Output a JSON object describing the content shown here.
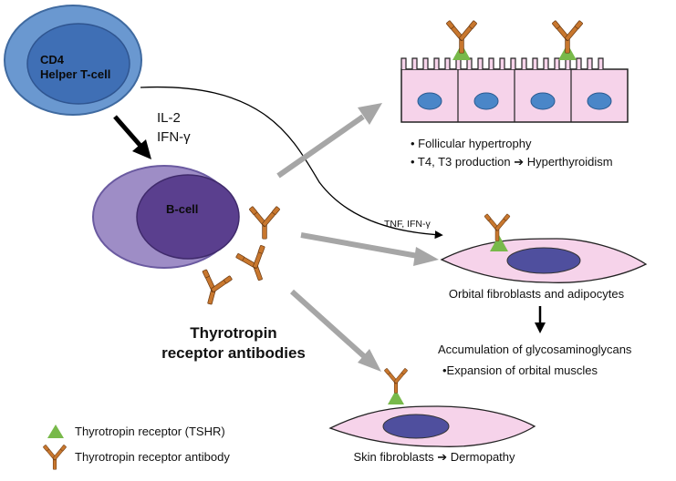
{
  "cells": {
    "helper_t_line1": "CD4",
    "helper_t_line2": "Helper T-cell",
    "b_cell": "B-cell"
  },
  "cytokines": {
    "il2": "IL-2",
    "ifn": "IFN-γ",
    "tnf_ifn": "TNF, IFN-γ"
  },
  "antibodies_label": {
    "line1": "Thyrotropin",
    "line2": "receptor antibodies"
  },
  "thyroid": {
    "bullet1": "• Follicular hypertrophy",
    "bullet2": "• T4, T3 production ➔ Hyperthyroidism"
  },
  "orbital": {
    "caption": "Orbital fibroblasts and adipocytes",
    "accumulation": "Accumulation of glycosaminoglycans",
    "expansion": "•Expansion of orbital muscles"
  },
  "skin": {
    "caption": "Skin fibroblasts ➔ Dermopathy"
  },
  "legend": {
    "receptor": "Thyrotropin receptor (TSHR)",
    "antibody": "Thyrotropin receptor antibody"
  },
  "colors": {
    "t_cell_outer": "#6a98d0",
    "t_cell_inner": "#3f6fb5",
    "b_cell_outer": "#9e8dc6",
    "b_cell_inner": "#5a3f8e",
    "cell_fill": "#f6d3ea",
    "nucleus": "#4a86c8",
    "fibro_nucleus": "#4f4f9e",
    "antibody": "#c8772e",
    "receptor": "#78b94a",
    "arrow_gray": "#a6a6a6"
  }
}
